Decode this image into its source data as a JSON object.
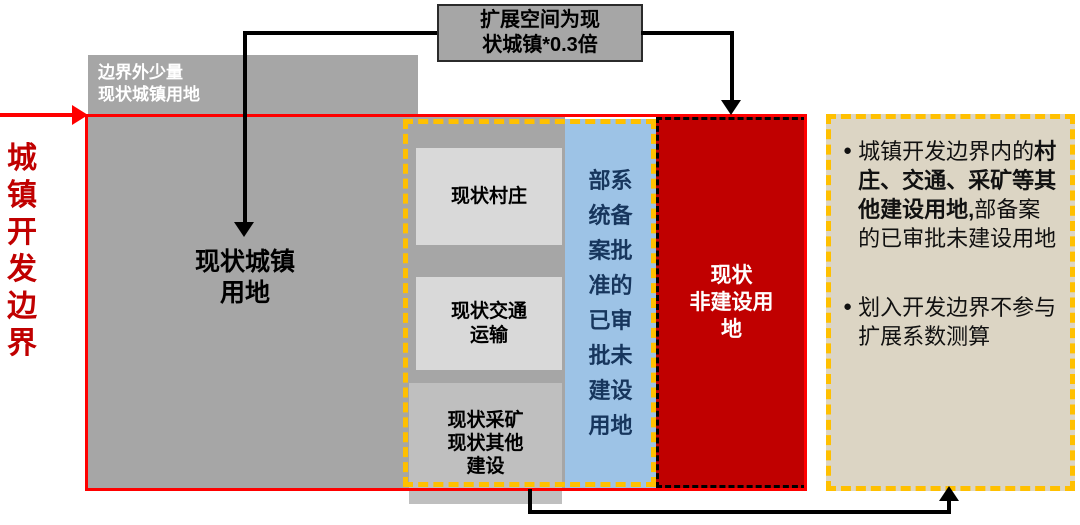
{
  "colors": {
    "gray": "#a6a6a6",
    "light_gray": "#d9d9d9",
    "mid_gray": "#bfbfbf",
    "blue": "#9dc3e6",
    "dark_blue": "#17365d",
    "red": "#c00000",
    "label_red": "#c00000",
    "boundary_red": "#ff0000",
    "yellow": "#ffc000",
    "beige": "#dcd5c4"
  },
  "boundary_label": "城镇开发边界",
  "outside_strip": {
    "label": "边界外少量\n现状城镇用地"
  },
  "expansion_note": {
    "label": "扩展空间为现\n状城镇*0.3倍"
  },
  "zones": {
    "urban_land": "现状城镇\n用地",
    "village": "现状村庄",
    "transport": "现状交通\n运输",
    "mining_other": "现状采矿\n现状其他\n建设",
    "approved_unbuilt": "部系统备案批准的已审批未建设用地",
    "non_construction": "现状\n非建设用\n地"
  },
  "legend": {
    "bullet_char": "●",
    "bullet1": [
      {
        "text": "城镇开发边界内的",
        "bold": false
      },
      {
        "text": "村庄、交通、采矿等其他建设用地,",
        "bold": true
      },
      {
        "text": "部备案的已审批未建设用地",
        "bold": false
      }
    ],
    "bullet2": [
      {
        "text": "划入开发边界不参与扩展系数测算",
        "bold": false
      }
    ]
  }
}
